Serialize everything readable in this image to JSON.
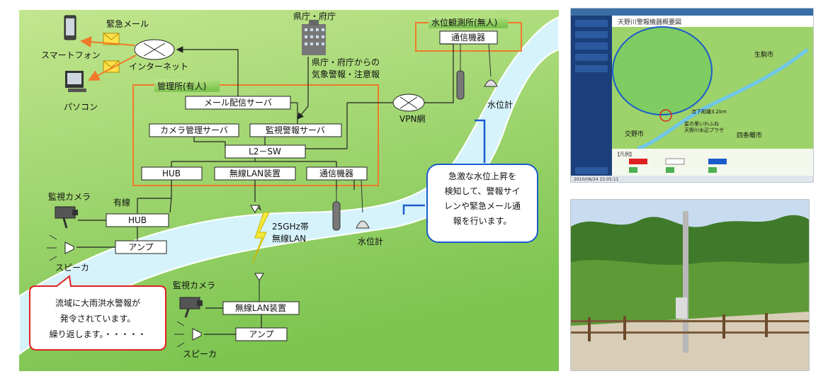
{
  "diagram": {
    "labels": {
      "emergency_mail": "緊急メール",
      "smartphone": "スマートフォン",
      "internet": "インターネット",
      "pc": "パソコン",
      "pref_office": "県庁・府庁",
      "weather_warning": "県庁・府庁からの\n気象警報・注意報",
      "station_title": "水位観測所(無人)",
      "station_comm": "通信機器",
      "water_gauge_1": "水位計",
      "vpn": "VPN網",
      "office_title": "管理所(有人)",
      "mail_server": "メール配信サーバ",
      "camera_server": "カメラ管理サーバ",
      "alarm_server": "監視警報サーバ",
      "l2sw": "L2－SW",
      "hub": "HUB",
      "wlan_device": "無線LAN装置",
      "office_comm": "通信機器",
      "camera_1": "監視カメラ",
      "wired": "有線",
      "hub_2": "HUB",
      "amp_1": "アンプ",
      "speaker_1": "スピーカ",
      "wlan_25ghz": "25GHz帯\n無線LAN",
      "water_gauge_2": "水位計",
      "camera_2": "監視カメラ",
      "wlan_device_2": "無線LAN装置",
      "amp_2": "アンプ",
      "speaker_2": "スピーカ"
    },
    "callout_alert": "急激な水位上昇を\n検知して、警報サイ\nレンや緊急メール通\n報を行います。",
    "callout_speech": "流域に大雨洪水警報が\n発令されています。\n繰り返します。・・・・・"
  },
  "map_panel": {
    "title": "天野川警報機器概要図",
    "cities": [
      "生駒市",
      "交野市",
      "四条畷市"
    ],
    "place": "星の里いわふね\n天野川水辺プラザ",
    "distance": "流下距離3.2km",
    "legend_title": "【凡例】",
    "footer_date": "2010/08/24 15:05:11"
  },
  "photo_panel": {
    "alt": "warning speaker pole by river path"
  },
  "colors": {
    "bg_green_top": "#b4e07a",
    "bg_green_bottom": "#78c44a",
    "river": "#d6f3fb",
    "orange": "#f07a2a",
    "blue": "#1a5ccc",
    "red": "#e02020"
  }
}
